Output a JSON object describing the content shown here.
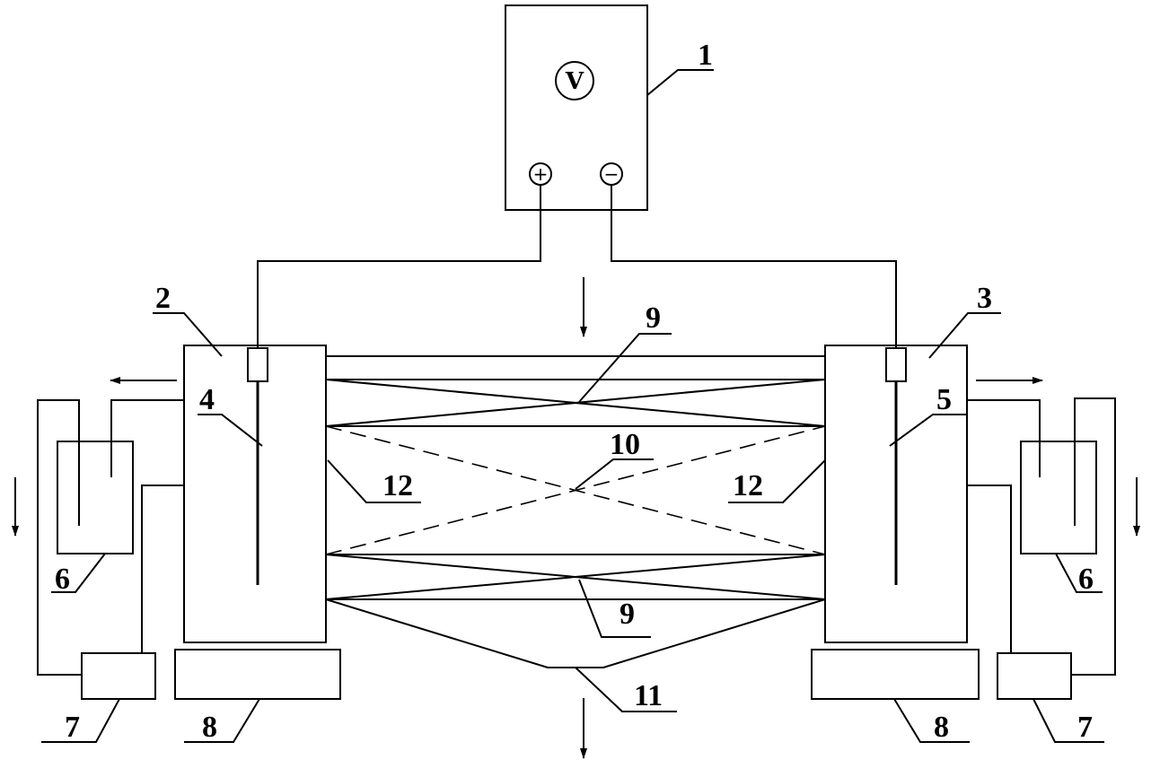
{
  "power_supply": {
    "meter_symbol": "V",
    "positive_terminal": "+",
    "negative_terminal": "−"
  },
  "labels": {
    "power_supply": "1",
    "left_chamber": "2",
    "right_chamber": "3",
    "left_electrode": "4",
    "right_electrode": "5",
    "left_tank": "6",
    "right_tank": "6",
    "left_pump": "7",
    "right_pump": "7",
    "left_base": "8",
    "right_base": "8",
    "membrane_top": "9",
    "membrane_bottom": "9",
    "center_channel": "10",
    "outlet": "11",
    "left_seal": "12",
    "right_seal": "12"
  }
}
